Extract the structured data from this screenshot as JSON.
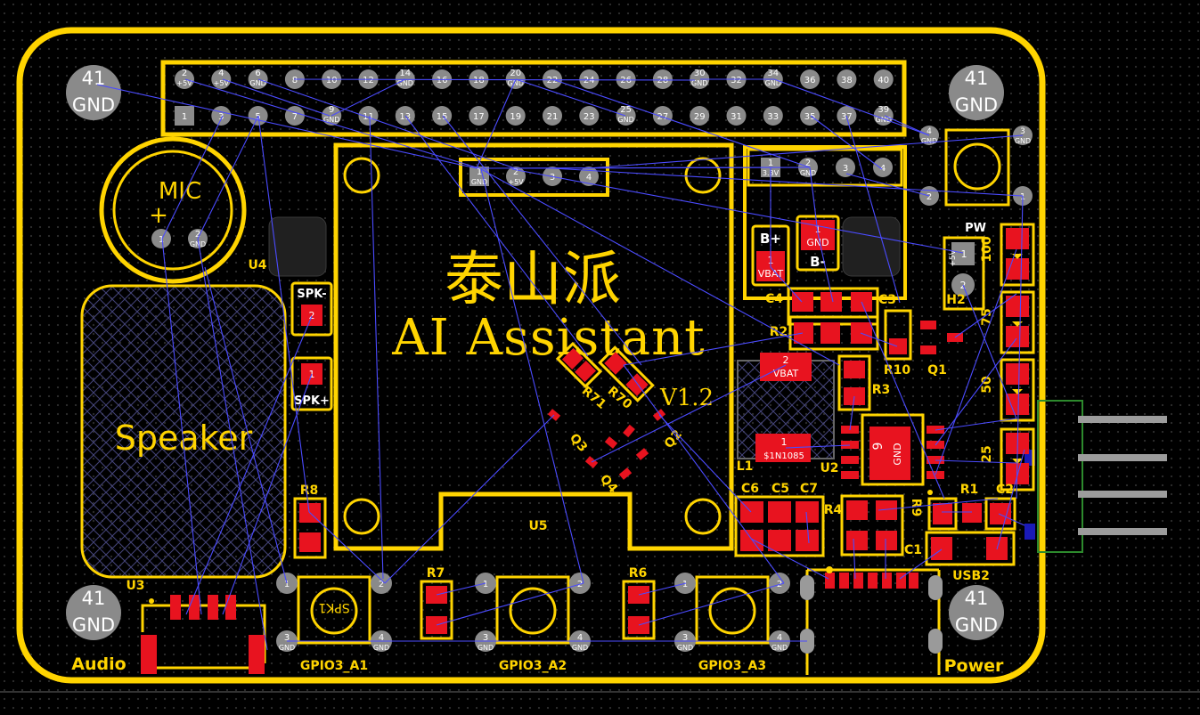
{
  "board": {
    "title_cn": "泰山派",
    "title_en": "AI Assistant",
    "version": "V1.2",
    "colors": {
      "silkscreen": "#ffd400",
      "pad": "#e8131f",
      "ratsnest": "#4b4bff",
      "through_hole": "#8a8a8a",
      "background": "#000000"
    }
  },
  "mount_holes": [
    {
      "label_top": "41",
      "label_bottom": "GND"
    },
    {
      "label_top": "41",
      "label_bottom": "GND"
    },
    {
      "label_top": "41",
      "label_bottom": "GND"
    },
    {
      "label_top": "41",
      "label_bottom": "GND"
    }
  ],
  "header40": {
    "top_row": [
      "2",
      "4",
      "6",
      "8",
      "10",
      "12",
      "14",
      "16",
      "18",
      "20",
      "22",
      "24",
      "26",
      "28",
      "30",
      "32",
      "34",
      "36",
      "38",
      "40"
    ],
    "top_sub": [
      "+5V",
      "+5V",
      "GND",
      "",
      "",
      "",
      "GND",
      "",
      "",
      "GND",
      "",
      "",
      "",
      "",
      "GND",
      "",
      "GND",
      "",
      "",
      ""
    ],
    "bottom_row": [
      "1",
      "3",
      "5",
      "7",
      "9",
      "11",
      "13",
      "15",
      "17",
      "19",
      "21",
      "23",
      "25",
      "27",
      "29",
      "31",
      "33",
      "35",
      "37",
      "39"
    ],
    "bottom_sub": [
      "",
      "",
      "",
      "",
      "GND",
      "",
      "",
      "",
      "",
      "",
      "",
      "",
      "GND",
      "",
      "",
      "",
      "",
      "",
      "",
      "GND"
    ]
  },
  "module_header": {
    "pins": [
      "1",
      "2",
      "3",
      "4"
    ],
    "subs": [
      "GND",
      "+5V",
      "",
      ""
    ]
  },
  "right_header": {
    "pins": [
      "1",
      "2",
      "3",
      "4"
    ],
    "subs": [
      "3.3V",
      "GND",
      "",
      ""
    ]
  },
  "mic": {
    "label": "MIC",
    "polarity": "+",
    "pin1": "1",
    "pin2": "2",
    "pin2_sub": "GND"
  },
  "speaker": {
    "label": "Speaker"
  },
  "spk_pads": {
    "top_label": "SPK-",
    "top_pin": "2",
    "bottom_label": "SPK+",
    "bottom_pin": "1"
  },
  "battery": {
    "plus_label": "B+",
    "minus_label": "B-",
    "plus_pin": "1",
    "plus_sub": "VBAT",
    "minus_pin": "1",
    "minus_sub": "GND"
  },
  "power_switch": {
    "label": "PW",
    "pin1": "1",
    "pin1_sub": "+5V",
    "pin2": "2"
  },
  "top_button": {
    "pin1": "1",
    "pin2": "2",
    "pin3": "3",
    "pin4": "4",
    "pin3_sub": "GND",
    "pin4_sub": "GND"
  },
  "level_labels": [
    "100",
    "75",
    "50",
    "25"
  ],
  "inductor": {
    "label": "L1",
    "top_pin": "2",
    "top_sub": "VBAT",
    "bottom_pin": "1",
    "bottom_sub": "$1N1085"
  },
  "chip_u2": {
    "label": "U2",
    "pin": "9",
    "sub": "GND"
  },
  "designators": {
    "u4": "U4",
    "u5": "U5",
    "u3": "U3",
    "c4": "C4",
    "c3": "C3",
    "r2": "R2",
    "r10": "R10",
    "q1": "Q1",
    "h2": "H2",
    "r3": "R3",
    "r71": "R71",
    "r70": "R70",
    "q3": "Q3",
    "q2": "Q2",
    "q4": "Q4",
    "c6": "C6",
    "c5": "C5",
    "c7": "C7",
    "r4": "R4",
    "r9": "R9",
    "r1": "R1",
    "c2": "C2",
    "c1": "C1",
    "usb2": "USB2",
    "r8": "R8",
    "r7": "R7",
    "r6": "R6"
  },
  "buttons": [
    {
      "label": "GPIO3_A1",
      "silk": "SPK1",
      "p1": "1",
      "p2": "2",
      "p3": "3",
      "p4": "4",
      "p3_sub": "GND",
      "p4_sub": "GND"
    },
    {
      "label": "GPIO3_A2",
      "silk": "",
      "p1": "1",
      "p2": "2",
      "p3": "3",
      "p4": "4",
      "p3_sub": "GND",
      "p4_sub": "GND"
    },
    {
      "label": "GPIO3_A3",
      "silk": "",
      "p1": "1",
      "p2": "2",
      "p3": "3",
      "p4": "4",
      "p3_sub": "GND",
      "p4_sub": "GND"
    }
  ],
  "corner_labels": {
    "audio": "Audio",
    "power": "Power"
  }
}
